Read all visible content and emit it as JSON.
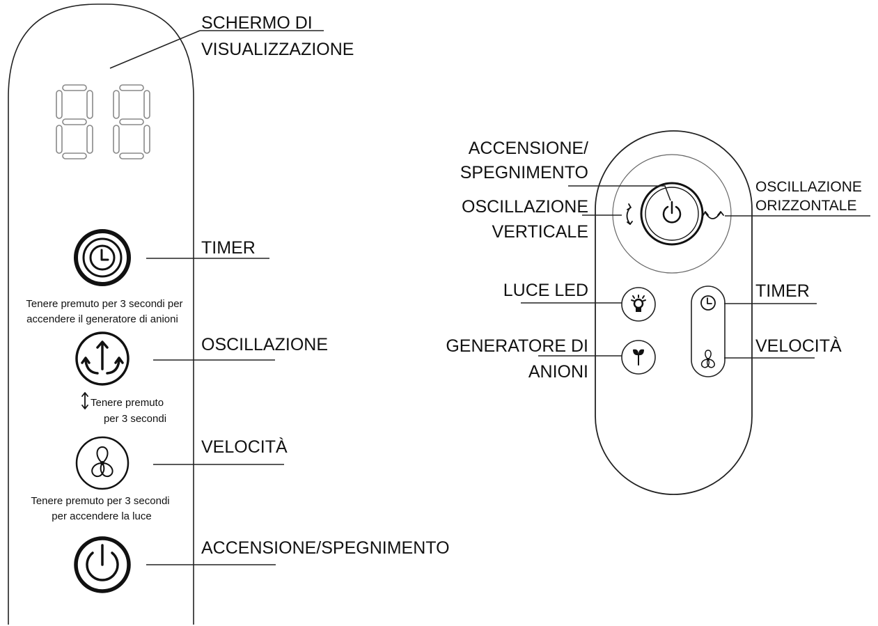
{
  "panel": {
    "display": {
      "label_line1": "SCHERMO DI",
      "label_line2": "VISUALIZZAZIONE"
    },
    "timer": {
      "label": "TIMER"
    },
    "anion_note": {
      "line1": "Tenere premuto per 3 secondi per",
      "line2": "accendere il generatore di anioni"
    },
    "oscillation": {
      "label": "OSCILLAZIONE"
    },
    "vertical_note": {
      "line1": "Tenere premuto",
      "line2": "per 3 secondi"
    },
    "speed": {
      "label": "VELOCITÀ"
    },
    "light_note": {
      "line1": "Tenere premuto per 3 secondi",
      "line2": "per accendere la luce"
    },
    "power": {
      "label": "ACCENSIONE/SPEGNIMENTO"
    }
  },
  "remote": {
    "power": {
      "label_line1": "ACCENSIONE/",
      "label_line2": "SPEGNIMENTO"
    },
    "vertical": {
      "label_line1": "OSCILLAZIONE",
      "label_line2": "VERTICALE"
    },
    "horizontal": {
      "label_line1": "OSCILLAZIONE",
      "label_line2": "ORIZZONTALE"
    },
    "led": {
      "label": "LUCE LED"
    },
    "timer": {
      "label": "TIMER"
    },
    "anion": {
      "label_line1": "GENERATORE DI",
      "label_line2": "ANIONI"
    },
    "speed": {
      "label": "VELOCITÀ"
    }
  }
}
